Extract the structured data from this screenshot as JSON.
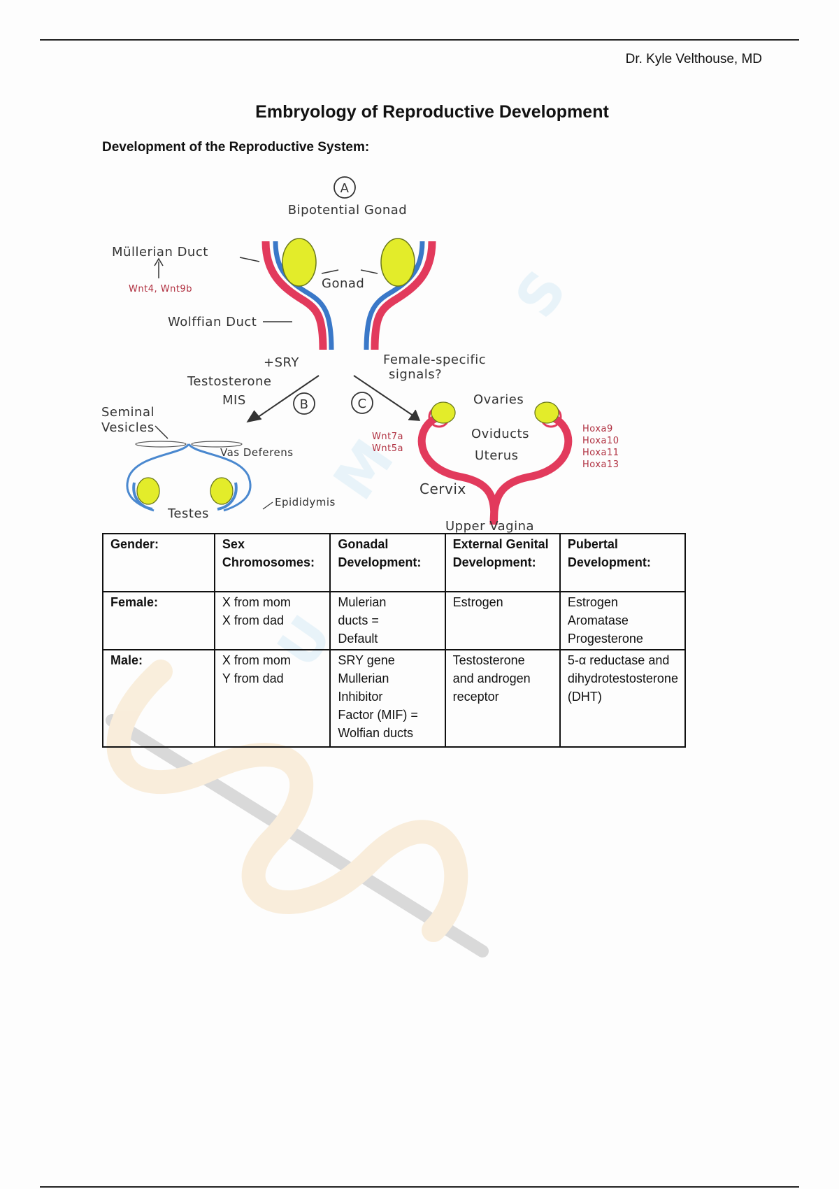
{
  "header": {
    "author": "Dr. Kyle Velthouse, MD"
  },
  "document": {
    "title": "Embryology of Reproductive Development",
    "section_heading": "Development of the Reproductive System:"
  },
  "figure": {
    "labels": {
      "a_marker": "A",
      "b_marker": "B",
      "c_marker": "C",
      "bipotential": "Bipotential Gonad",
      "mullerian": "Müllerian Duct",
      "wnt_left": "Wnt4, Wnt9b",
      "gonad": "Gonad",
      "wolffian": "Wolffian Duct",
      "sry": "+SRY",
      "testosterone": "Testosterone",
      "mis": "MIS",
      "female_signals_1": "Female-specific",
      "female_signals_2": "signals?",
      "seminal_1": "Seminal",
      "seminal_2": "Vesicles",
      "vas": "Vas Deferens",
      "testes": "Testes",
      "epididymis": "Epididymis",
      "ovaries": "Ovaries",
      "oviducts": "Oviducts",
      "uterus": "Uterus",
      "cervix": "Cervix",
      "upper_vagina": "Upper Vagina",
      "wnt7a": "Wnt7a",
      "wnt5a": "Wnt5a",
      "hoxa9": "Hoxa9",
      "hoxa10": "Hoxa10",
      "hoxa11": "Hoxa11",
      "hoxa13": "Hoxa13"
    },
    "colors": {
      "duct_red": "#e23a5c",
      "duct_blue": "#3a78c8",
      "gonad_yellow": "#e3ec2a",
      "male_blue": "#4a88cf"
    }
  },
  "table": {
    "headers": [
      "Gender:",
      "Sex Chromosomes:",
      "Gonadal Development:",
      "External Genital Development:",
      "Pubertal Development:"
    ],
    "rows": [
      {
        "gender": "Female:",
        "chromosomes": [
          "X from mom",
          "X from dad"
        ],
        "gonadal": [
          "Mulerian",
          "ducts =",
          "Default"
        ],
        "external": [
          "Estrogen"
        ],
        "pubertal": [
          "Estrogen",
          "Aromatase",
          "Progesterone"
        ]
      },
      {
        "gender": "Male:",
        "chromosomes": [
          "X from mom",
          "Y from dad"
        ],
        "gonadal": [
          "SRY gene",
          "Mullerian",
          "Inhibitor",
          "Factor (MIF) =",
          "Wolfian ducts"
        ],
        "external": [
          "Testosterone",
          "and androgen",
          "receptor"
        ],
        "pubertal": [
          "5-α reductase and",
          "dihydrotestosterone",
          "(DHT)"
        ]
      }
    ]
  }
}
